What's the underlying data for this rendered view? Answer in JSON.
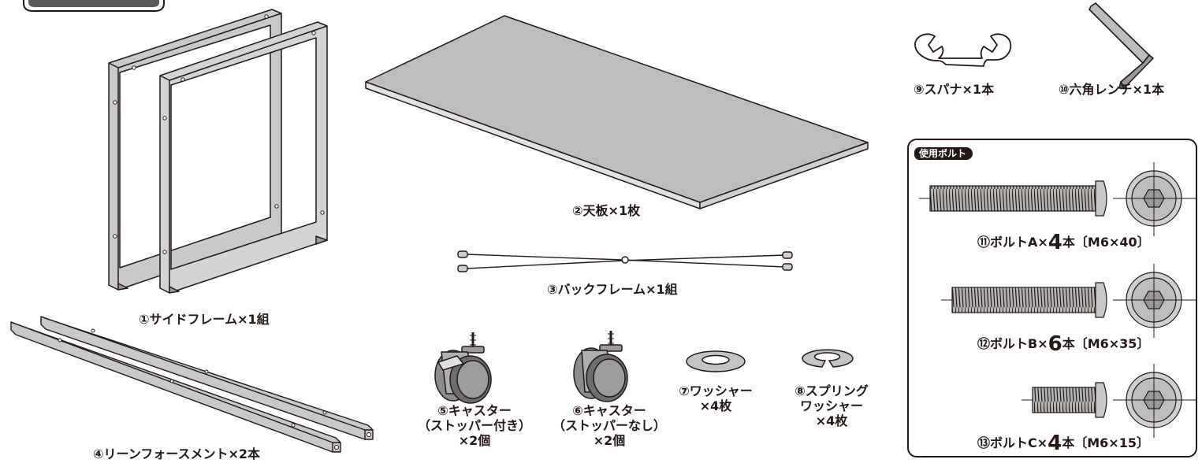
{
  "parts": {
    "p1_label": "①サイドフレーム×1組",
    "p2_label": "②天板×1枚",
    "p3_label": "③バックフレーム×1組",
    "p4_label": "④リーンフォースメント×2本",
    "p5_label": [
      "⑤キャスター",
      "（ストッパー付き）",
      "×2個"
    ],
    "p6_label": [
      "⑥キャスター",
      "（ストッパーなし）",
      "×2個"
    ],
    "p7_label": [
      "⑦ワッシャー",
      "×4枚"
    ],
    "p8_label": [
      "⑧スプリング",
      "ワッシャー",
      "×4枚"
    ],
    "p9_label": "⑨スパナ×1本",
    "p10_label": "⑩六角レンチ×1本"
  },
  "bolts": {
    "badge": "使用ボルト",
    "items": [
      {
        "prefix": "⑪ボルトA×",
        "count": "4",
        "suffix": "本〔M6×40〕"
      },
      {
        "prefix": "⑫ボルトB×",
        "count": "6",
        "suffix": "本〔M6×35〕"
      },
      {
        "prefix": "⑬ボルトC×",
        "count": "4",
        "suffix": "本〔M6×15〕"
      }
    ]
  },
  "colors": {
    "line": "#231815",
    "metal": "#c9c9c9",
    "metal_dark": "#9a9a9a",
    "board_top": "#bdbdbd",
    "board_edge": "#e2e2e2"
  }
}
